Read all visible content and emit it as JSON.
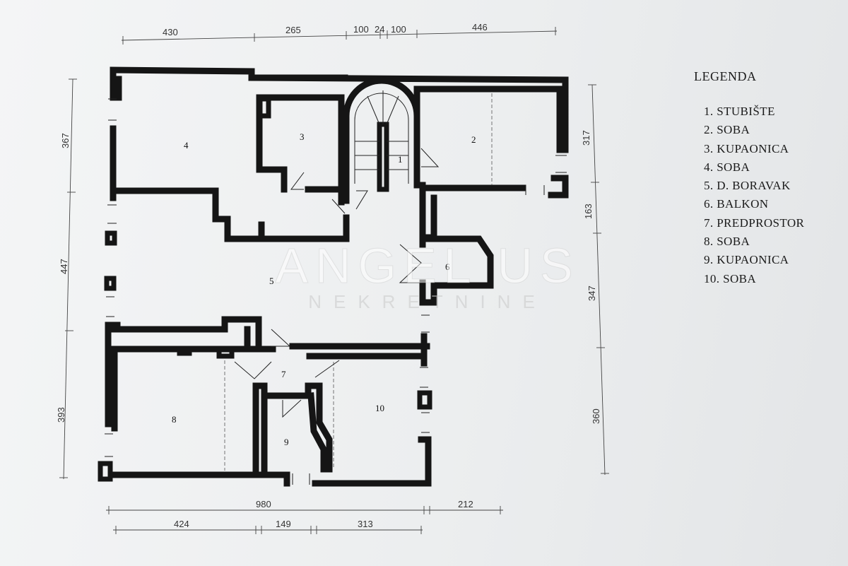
{
  "legend": {
    "title": "LEGENDA",
    "items": [
      "1. STUBIŠTE",
      "2. SOBA",
      "3. KUPAONICA",
      "4. SOBA",
      "5. D. BORAVAK",
      "6. BALKON",
      "7. PREDPROSTOR",
      "8. SOBA",
      "9. KUPAONICA",
      "10. SOBA"
    ]
  },
  "rooms": [
    "1",
    "2",
    "3",
    "4",
    "5",
    "6",
    "7",
    "8",
    "9",
    "10"
  ],
  "dimensions": {
    "top": [
      "430",
      "265",
      "100",
      "24",
      "100",
      "446"
    ],
    "left": [
      "367",
      "447",
      "393"
    ],
    "right": [
      "317",
      "163",
      "347",
      "360"
    ],
    "bottom_total": [
      "980",
      "212"
    ],
    "bottom_parts": [
      "424",
      "149",
      "313"
    ]
  },
  "watermark": {
    "main": "ANGEL US",
    "sub": "NEKRETNINE"
  }
}
